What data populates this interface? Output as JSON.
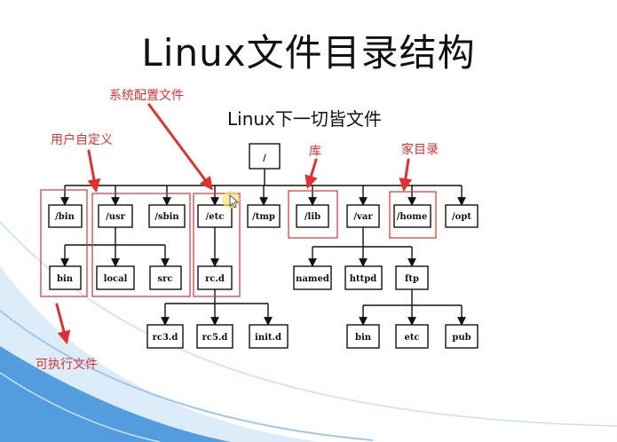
{
  "title": "Linux文件目录结构",
  "subtitle": "Linux下一切皆文件",
  "colors": {
    "accent": "#e03030",
    "node_border": "#111111",
    "wave_blue": "#3b8fd9"
  },
  "nodes": {
    "root": "/",
    "bin": "/bin",
    "usr": "/usr",
    "sbin": "/sbin",
    "etc": "/etc",
    "tmp": "/tmp",
    "lib": "/lib",
    "var": "/var",
    "home": "/home",
    "opt": "/opt",
    "usr_bin": "bin",
    "usr_local": "local",
    "usr_src": "src",
    "etc_rcd": "rc.d",
    "var_named": "named",
    "var_httpd": "httpd",
    "var_ftp": "ftp",
    "rc3d": "rc3.d",
    "rc5d": "rc5.d",
    "initd": "init.d",
    "ftp_bin": "bin",
    "ftp_etc": "etc",
    "ftp_pub": "pub"
  },
  "annotations": {
    "user_defined": "用户自定义",
    "system_config": "系统配置文件",
    "library": "库",
    "home_dir": "家目录",
    "executable": "可执行文件"
  }
}
